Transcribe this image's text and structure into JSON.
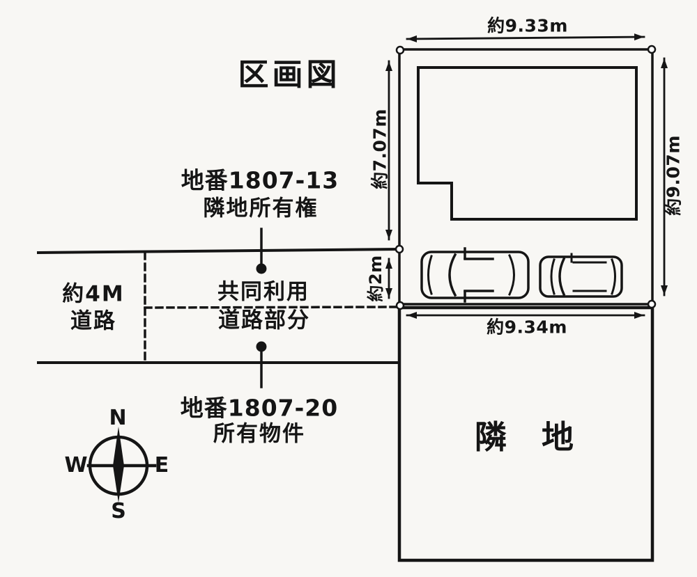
{
  "title": "区画図",
  "dimensions": {
    "top": "約9.33m",
    "left": "約7.07m",
    "right": "約9.07m",
    "bottom": "約9.34m",
    "road_width": "約2m"
  },
  "road": {
    "line1": "約4M",
    "line2": "道路"
  },
  "shared_road": {
    "line1": "共同利用",
    "line2": "道路部分"
  },
  "parcel_neighbor": {
    "lot": "地番1807-13",
    "desc": "隣地所有権"
  },
  "parcel_subject": {
    "lot": "地番1807-20",
    "desc": "所有物件"
  },
  "neighbor_label": "隣　地",
  "compass": {
    "n": "N",
    "e": "E",
    "s": "S",
    "w": "W"
  },
  "colors": {
    "ink": "#151515",
    "paper": "#f8f7f4"
  }
}
